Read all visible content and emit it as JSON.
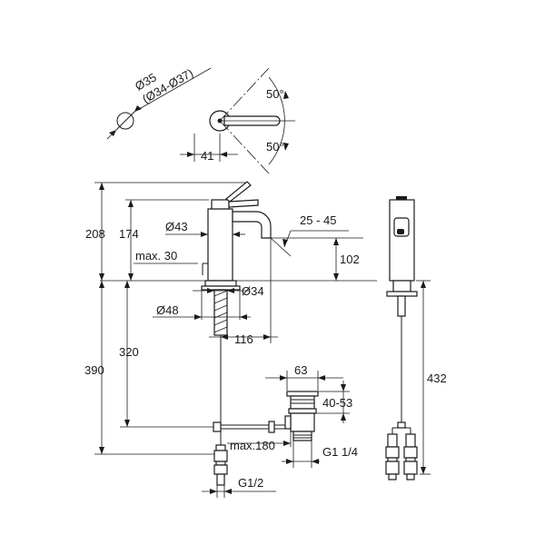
{
  "top_view": {
    "diameter_label": "Ø35",
    "diameter_range_label": "(Ø34-Ø37)",
    "angle_upper": "50°",
    "angle_lower": "50°",
    "offset_dim": "41"
  },
  "side_view": {
    "total_height": "208",
    "spout_height": "174",
    "body_diameter": "Ø43",
    "lever_angle": "25 - 45",
    "spout_clearance": "102",
    "deck_thickness": "max. 30",
    "hole_diameter": "Ø34",
    "base_diameter": "Ø48",
    "spout_reach": "116",
    "hose_length": "320",
    "supply_length": "390",
    "drain_width": "63",
    "drain_adjust": "40-53",
    "rod_length": "max.180",
    "drain_thread": "G1 1/4",
    "supply_thread": "G1/2"
  },
  "front_view": {
    "total_length": "432"
  }
}
